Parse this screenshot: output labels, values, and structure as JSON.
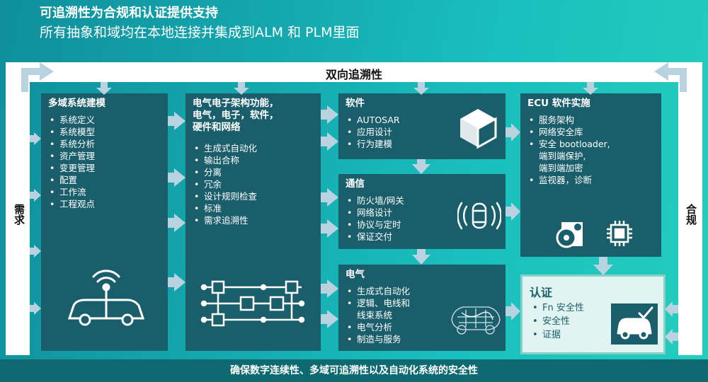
{
  "header": {
    "title": "可追溯性为合规和认证提供支持",
    "subtitle": "所有抽象和域均在本地连接并集成到ALM 和 PLM里面"
  },
  "frame": {
    "top_label": "双向追溯性",
    "left_label": "需求",
    "right_label": "合规"
  },
  "boxes": {
    "mbse": {
      "title": "多域系统建模",
      "items": [
        "系统定义",
        "系统模型",
        "系统分析",
        "资产管理",
        "变更管理",
        "配置",
        "工作流",
        "工程观点"
      ],
      "icon": "connected-car-icon"
    },
    "ee": {
      "title_lines": [
        "电气电子架构功能，",
        "电气，电子，软件，",
        "硬件和网络"
      ],
      "items": [
        "生成式自动化",
        "输出合称",
        "分离",
        "冗余",
        "设计规则检查",
        "标准",
        "需求追溯性"
      ],
      "icon": "architecture-network-icon"
    },
    "software": {
      "title": "软件",
      "items": [
        "AUTOSAR",
        "应用设计",
        "行为建模"
      ],
      "icon": "cube-icon"
    },
    "comm": {
      "title": "通信",
      "items": [
        "防火墙/网关",
        "网络设计",
        "协议与定时",
        "保证交付"
      ],
      "icon": "car-signal-icon"
    },
    "electrical": {
      "title": "电气",
      "items": [
        "生成式自动化",
        "逻辑、电线和",
        "线束系统",
        "电气分析",
        "制造与服务"
      ],
      "icon": "wire-harness-icon"
    },
    "ecu": {
      "title": "ECU 软件实施",
      "items": [
        "服务架构",
        "网络安全库",
        "安全 bootloader,",
        "端到端保护,",
        "端到端加密",
        "监视器，诊断"
      ],
      "icons": [
        "software-disc-icon",
        "chip-icon"
      ]
    }
  },
  "certification": {
    "title": "认证",
    "items": [
      "Fn 安全性",
      "安全性",
      "证据"
    ],
    "icon": "car-check-icon"
  },
  "footer": {
    "text": "确保数字连续性、多域可追溯性以及自动化系统的安全性"
  },
  "colors": {
    "box": "#1a5e6b",
    "arrow": "#b9d2e0",
    "frame": "#ffffff",
    "cert_bg": "#e2f4f1",
    "footer": "#0e6a70"
  }
}
